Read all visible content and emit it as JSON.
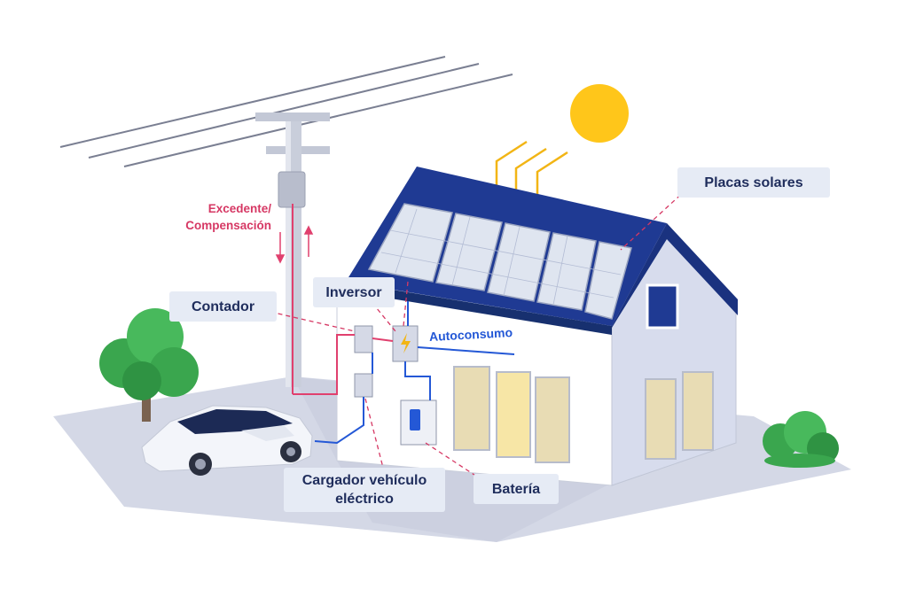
{
  "labels": {
    "placas": "Placas solares",
    "contador": "Contador",
    "inversor": "Inversor",
    "autoconsumo": "Autoconsumo",
    "excedente": "Excedente/\nCompensación",
    "cargador": "Cargador vehículo\neléctrico",
    "bateria": "Batería"
  },
  "colors": {
    "roof": "#1f3a93",
    "panel": "#dfe5f0",
    "sun": "#ffc61a",
    "sunrays": "#f2b515",
    "wall_light": "#ffffff",
    "wall_shade": "#d7dced",
    "ground": "#d4d8e6",
    "wire_blue": "#2458d6",
    "wire_pink": "#e0406e",
    "tree": "#3aa64e",
    "label_bg": "#e6ebf5",
    "label_text": "#1f2d5c"
  }
}
